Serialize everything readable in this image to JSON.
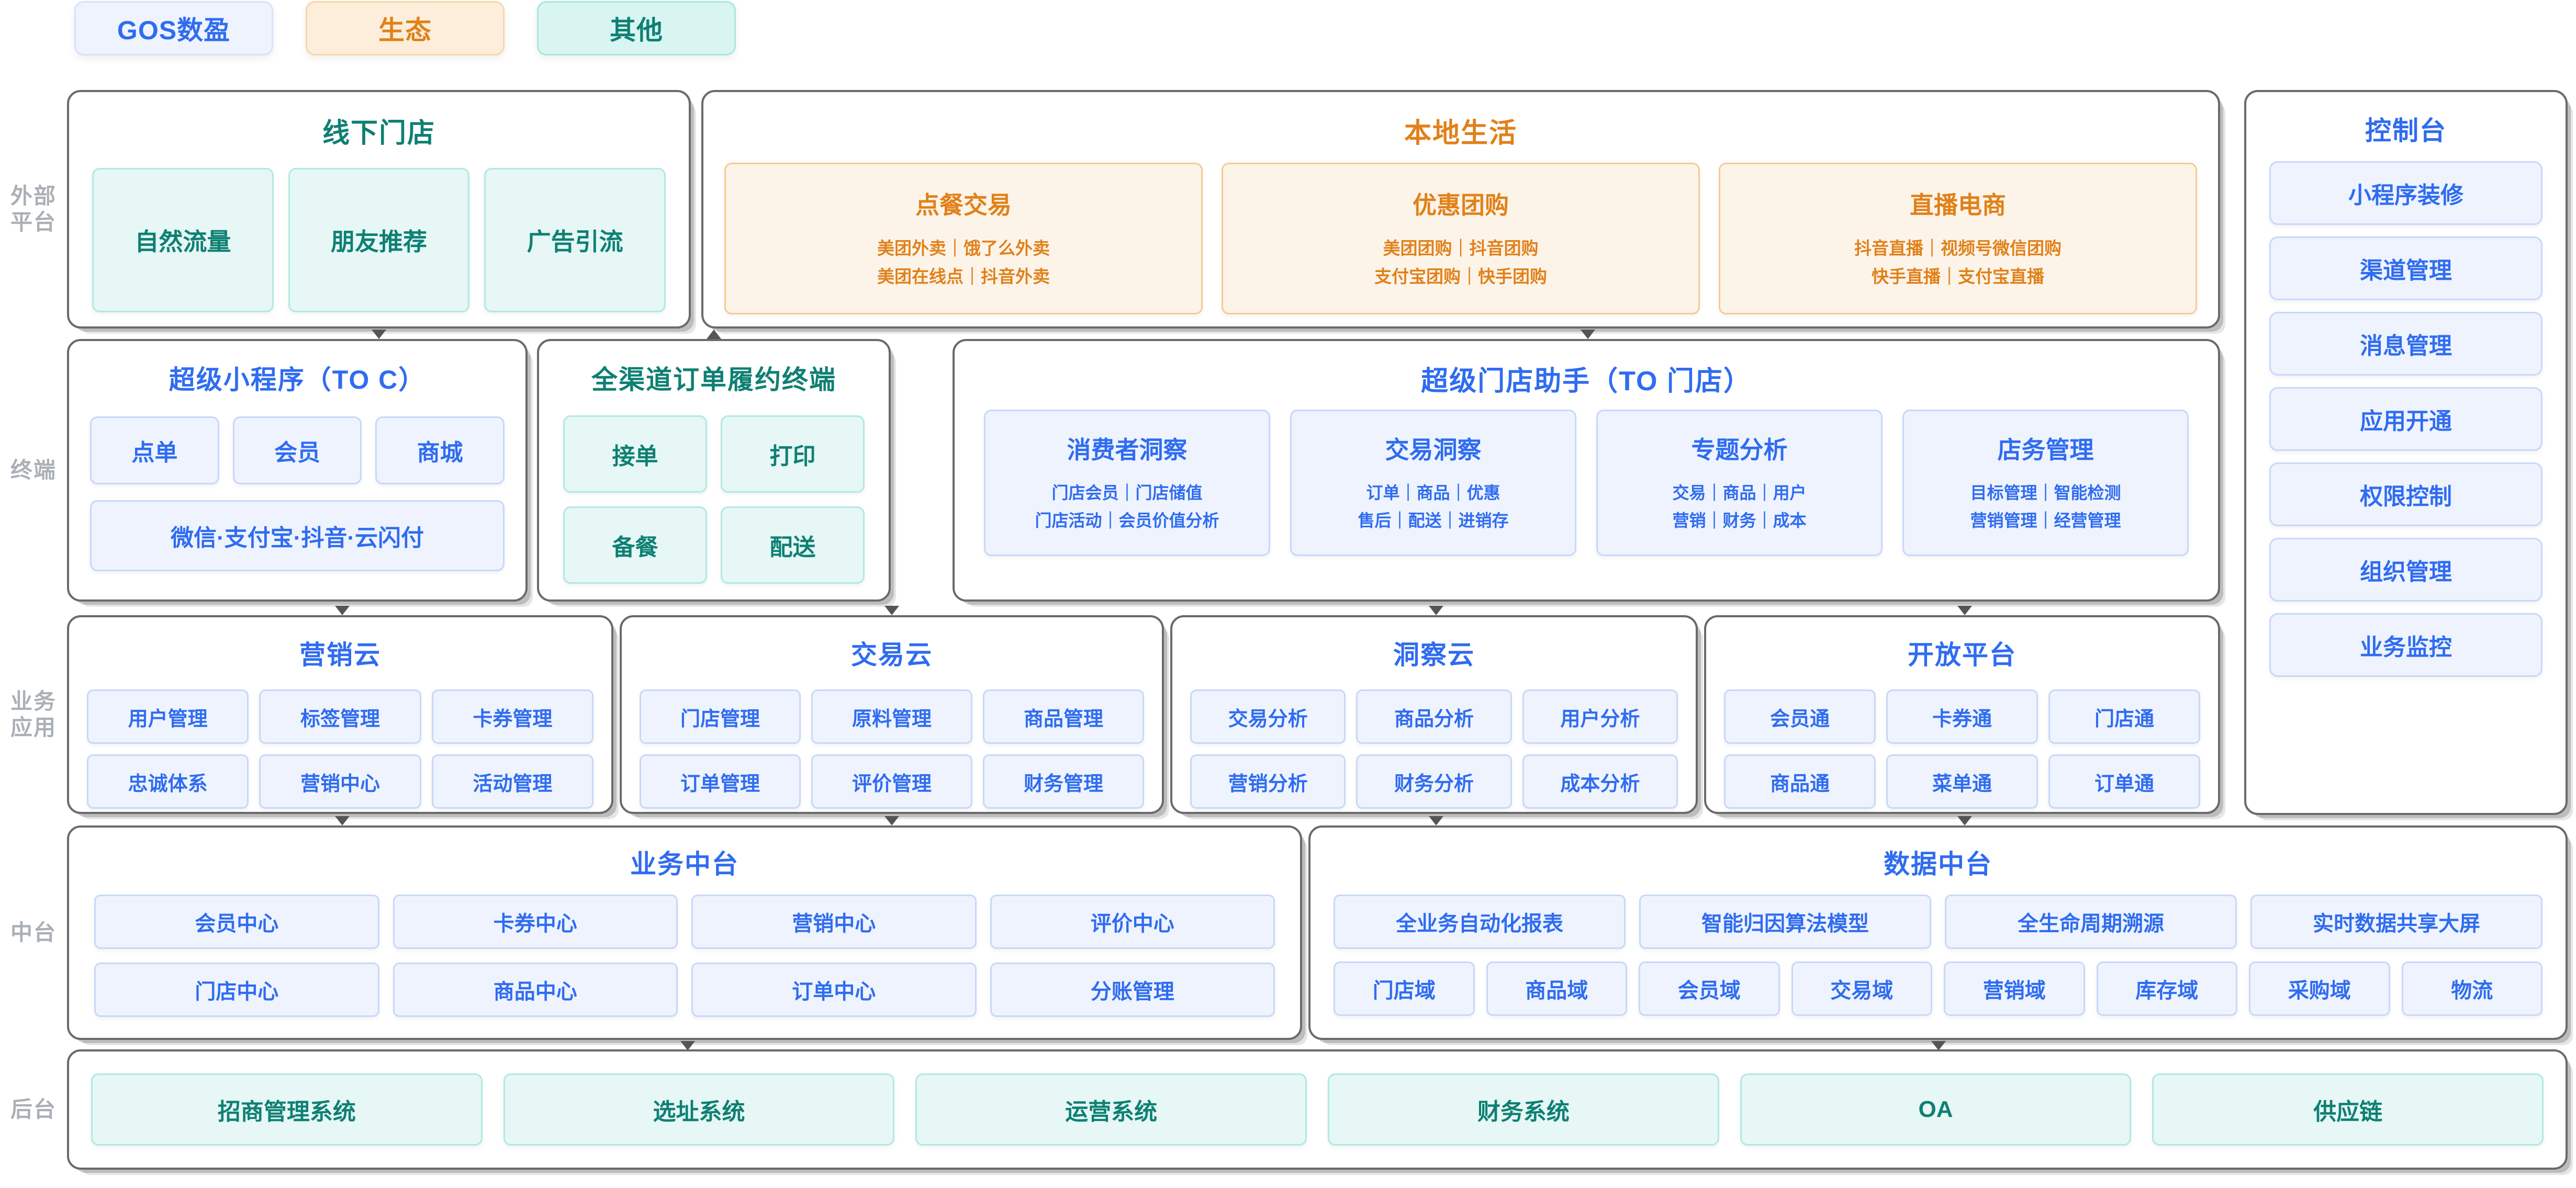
{
  "legend": {
    "items": [
      {
        "label": "GOS数盈",
        "style": "blue"
      },
      {
        "label": "生态",
        "style": "orange"
      },
      {
        "label": "其他",
        "style": "teal"
      }
    ]
  },
  "rails": [
    {
      "label": "外部平台"
    },
    {
      "label": "终端"
    },
    {
      "label": "业务应用"
    },
    {
      "label": "中台"
    },
    {
      "label": "后台"
    }
  ],
  "offline_store": {
    "title": "线下门店",
    "chips": [
      "自然流量",
      "朋友推荐",
      "广告引流"
    ]
  },
  "local_life": {
    "title": "本地生活",
    "chips": [
      {
        "title": "点餐交易",
        "line1": "美团外卖｜饿了么外卖",
        "line2": "美团在线点｜抖音外卖"
      },
      {
        "title": "优惠团购",
        "line1": "美团团购｜抖音团购",
        "line2": "支付宝团购｜快手团购"
      },
      {
        "title": "直播电商",
        "line1": "抖音直播｜视频号微信团购",
        "line2": "快手直播｜支付宝直播"
      }
    ]
  },
  "console": {
    "title": "控制台",
    "items": [
      "小程序装修",
      "渠道管理",
      "消息管理",
      "应用开通",
      "权限控制",
      "组织管理",
      "业务监控"
    ]
  },
  "mini_program": {
    "title": "超级小程序（TO C）",
    "chips": [
      "点单",
      "会员",
      "商城"
    ],
    "wide": "微信·支付宝·抖音·云闪付"
  },
  "fulfillment": {
    "title": "全渠道订单履约终端",
    "chips": [
      "接单",
      "打印",
      "备餐",
      "配送"
    ]
  },
  "store_assistant": {
    "title": "超级门店助手（TO 门店）",
    "chips": [
      {
        "title": "消费者洞察",
        "line1": "门店会员｜门店储值",
        "line2": "门店活动｜会员价值分析"
      },
      {
        "title": "交易洞察",
        "line1": "订单｜商品｜优惠",
        "line2": "售后｜配送｜进销存"
      },
      {
        "title": "专题分析",
        "line1": "交易｜商品｜用户",
        "line2": "营销｜财务｜成本"
      },
      {
        "title": "店务管理",
        "line1": "目标管理｜智能检测",
        "line2": "营销管理｜经营管理"
      }
    ]
  },
  "clouds": [
    {
      "title": "营销云",
      "items": [
        "用户管理",
        "标签管理",
        "卡券管理",
        "忠诚体系",
        "营销中心",
        "活动管理"
      ]
    },
    {
      "title": "交易云",
      "items": [
        "门店管理",
        "原料管理",
        "商品管理",
        "订单管理",
        "评价管理",
        "财务管理"
      ]
    },
    {
      "title": "洞察云",
      "items": [
        "交易分析",
        "商品分析",
        "用户分析",
        "营销分析",
        "财务分析",
        "成本分析"
      ]
    },
    {
      "title": "开放平台",
      "items": [
        "会员通",
        "卡券通",
        "门店通",
        "商品通",
        "菜单通",
        "订单通"
      ]
    }
  ],
  "business_middle": {
    "title": "业务中台",
    "items": [
      "会员中心",
      "卡券中心",
      "营销中心",
      "评价中心",
      "门店中心",
      "商品中心",
      "订单中心",
      "分账管理"
    ]
  },
  "data_middle": {
    "title": "数据中台",
    "row1": [
      "全业务自动化报表",
      "智能归因算法模型",
      "全生命周期溯源",
      "实时数据共享大屏"
    ],
    "row2": [
      "门店域",
      "商品域",
      "会员域",
      "交易域",
      "营销域",
      "库存域",
      "采购域",
      "物流"
    ]
  },
  "backend": {
    "items": [
      "招商管理系统",
      "选址系统",
      "运营系统",
      "财务系统",
      "OA",
      "供应链"
    ]
  }
}
